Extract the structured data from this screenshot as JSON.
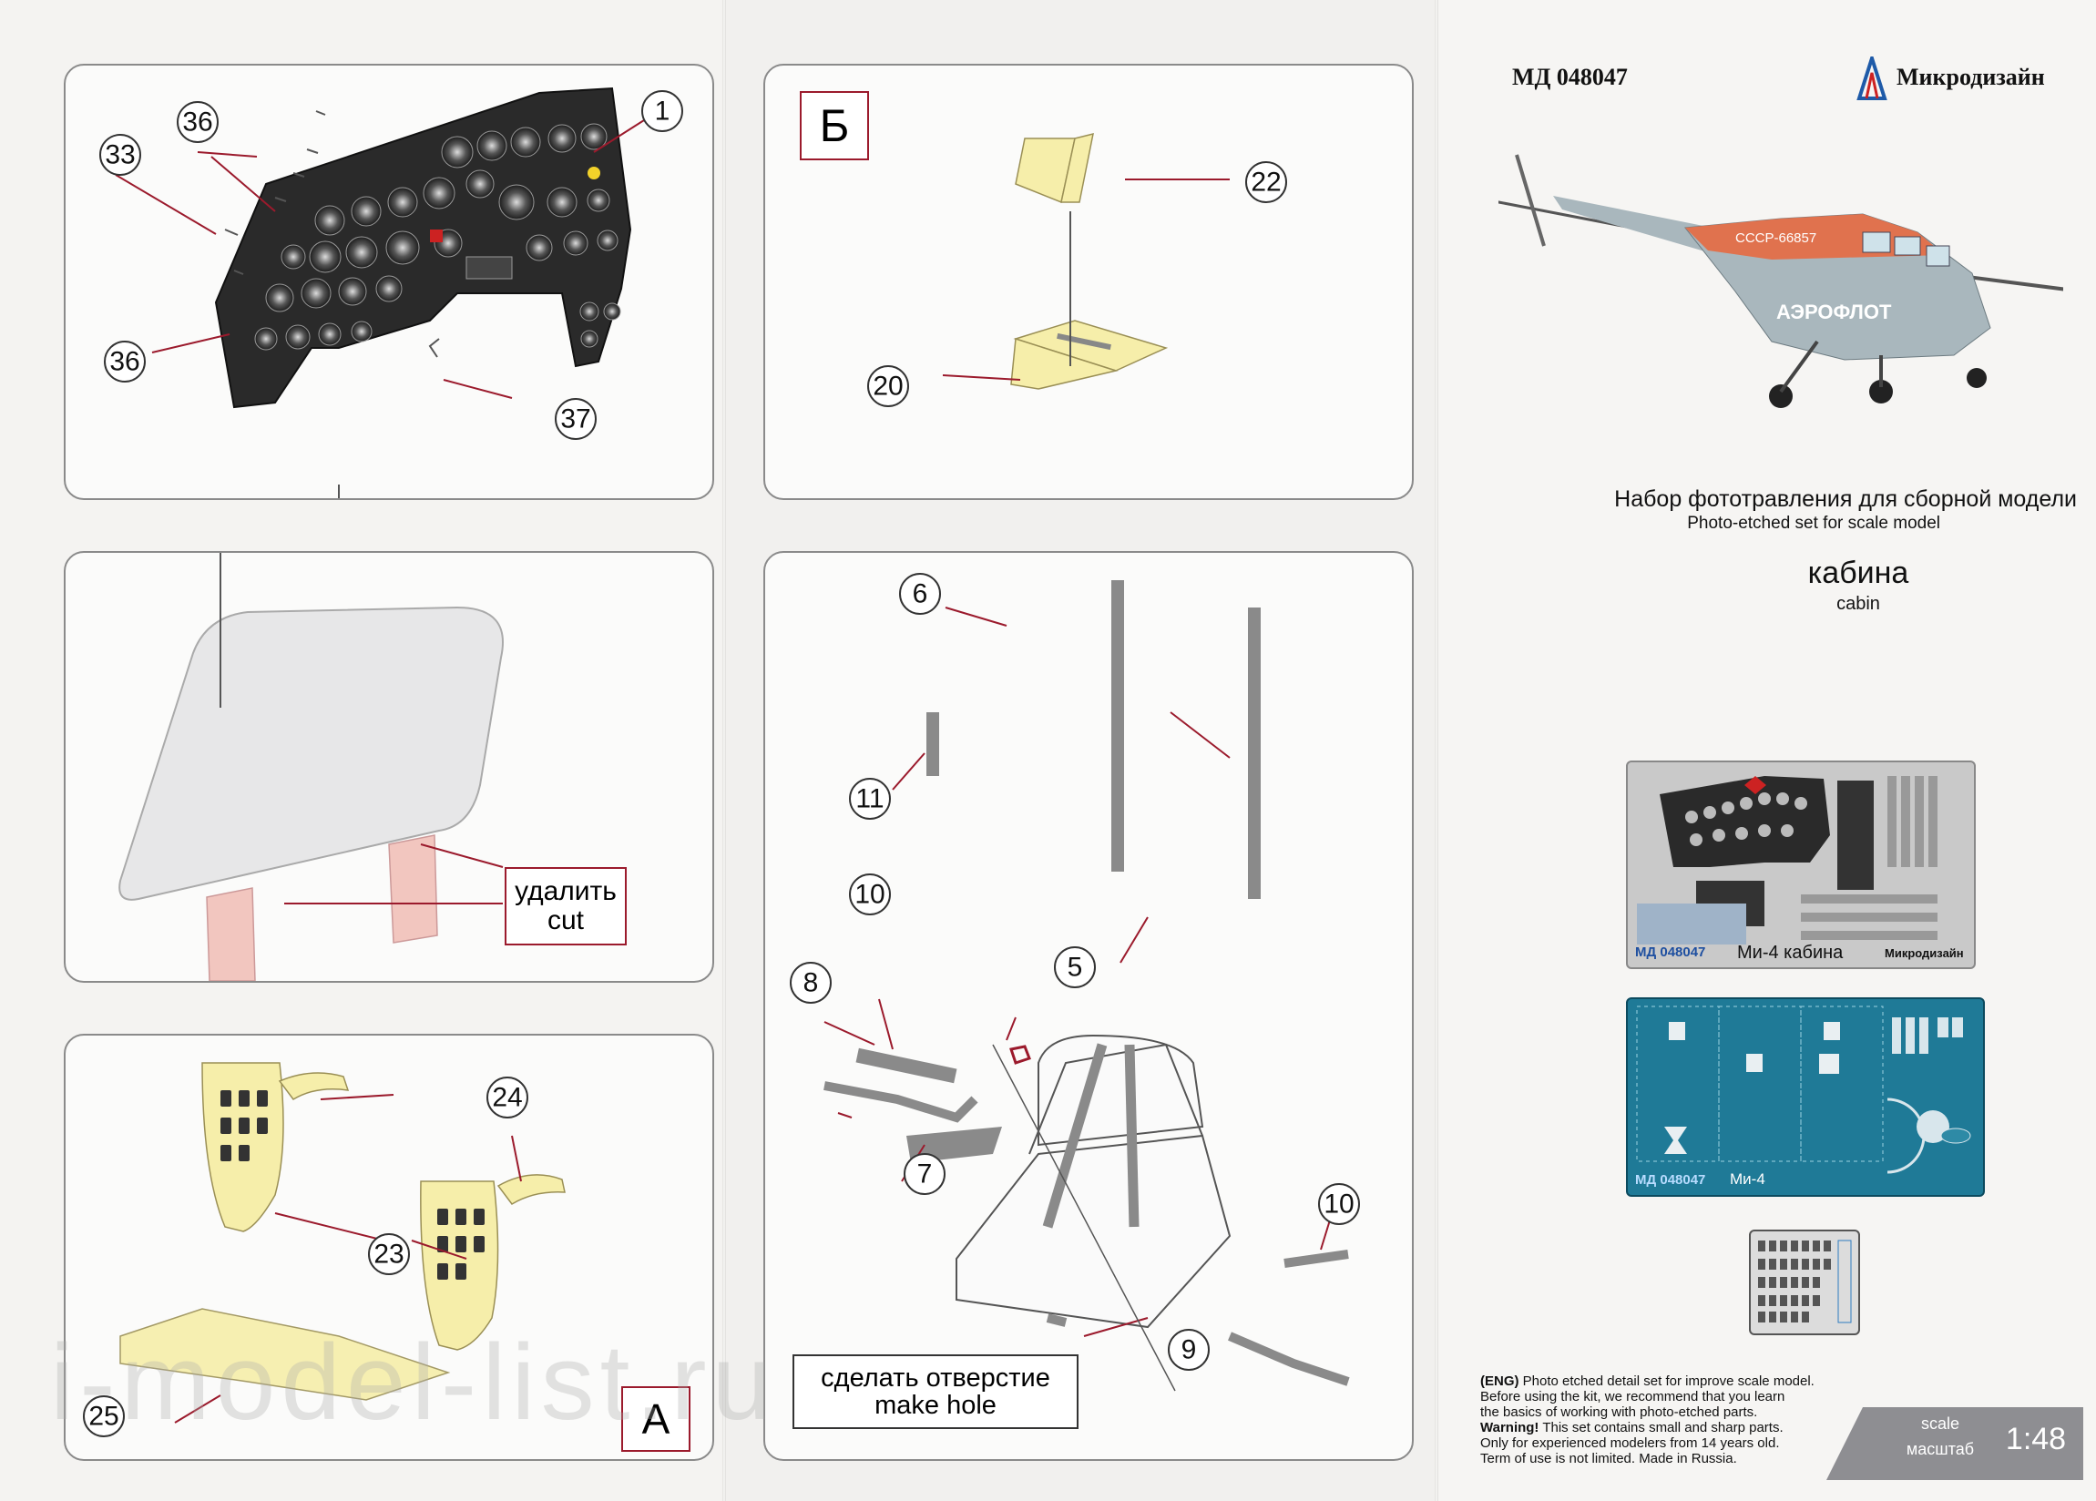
{
  "header": {
    "code": "МД 048047",
    "brand": "Микродизайн",
    "title_ru": "Набор фототравления для сборной модели",
    "title_en": "Photo-etched set for scale model",
    "subject_ru": "кабина",
    "subject_en": "cabin"
  },
  "helicopter": {
    "reg": "СССР-66857",
    "livery": "АЭРОФЛОТ"
  },
  "sections": {
    "A": "А",
    "B": "Б"
  },
  "callouts": {
    "panel1": [
      "1",
      "36",
      "33",
      "36",
      "37"
    ],
    "panel2": [
      "удалить",
      "cut"
    ],
    "panel3": [
      "24",
      "23",
      "25"
    ],
    "panel4": [
      "22",
      "20"
    ],
    "panel5": [
      "6",
      "11",
      "10",
      "8",
      "5",
      "7",
      "10",
      "9"
    ],
    "hole": [
      "сделать отверстие",
      "make hole"
    ]
  },
  "fret1": {
    "code": "МД 048047",
    "name": "Ми-4 кабина",
    "brand": "Микродизайн"
  },
  "fret2": {
    "code": "МД 048047",
    "name": "Ми-4"
  },
  "disclaimer": {
    "eng_tag": "(ENG)",
    "line1": "Photo etched detail set for improve scale model.",
    "line2": "Before using the kit, we recommend that you learn",
    "line3": "the basics of working with photo-etched parts.",
    "warn_tag": "Warning!",
    "line4": "This set contains small and sharp parts.",
    "line5": "Only for experienced modelers from 14 years old.",
    "line6": "Term of use is not limited. Made in Russia."
  },
  "scale": {
    "label_en": "scale",
    "label_ru": "масштаб",
    "value": "1:48"
  },
  "watermark": "i-model-list.ru",
  "colors": {
    "accent_red": "#9b1a2c",
    "scale_grey": "#8e8e92",
    "pe_yellow": "#f6eeaa",
    "fret_blue": "#2e8aa6"
  }
}
